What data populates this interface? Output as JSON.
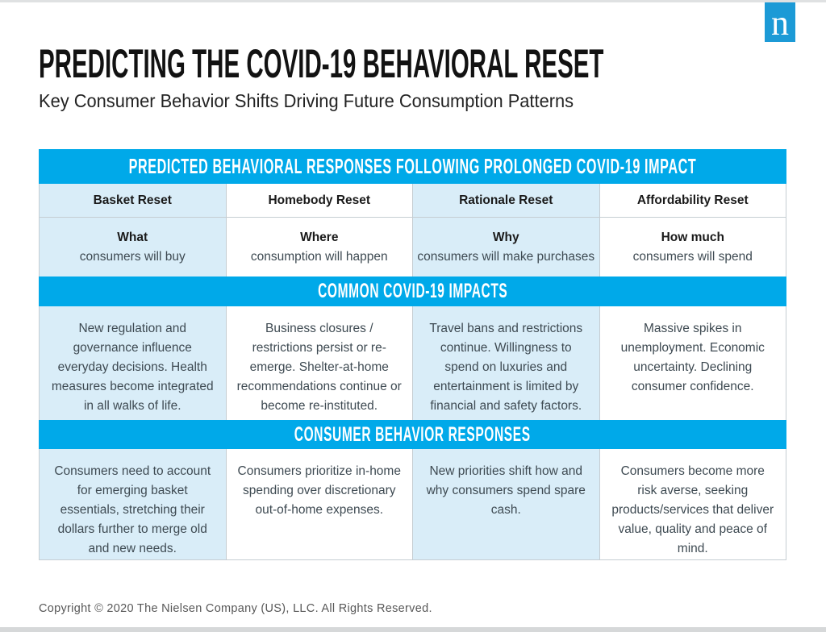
{
  "header": {
    "title": "PREDICTING THE COVID-19 BEHAVIORAL RESET",
    "subtitle": "Key Consumer Behavior Shifts Driving Future Consumption Patterns"
  },
  "logo": {
    "letter": "n",
    "brand": "nielsen-logo"
  },
  "colors": {
    "band_blue": "#00A9E9",
    "logo_blue": "#1C9AD6",
    "cell_light_blue": "#D9EDF8",
    "cell_white": "#FFFFFF",
    "border_gray": "#C5CDD2",
    "body_text": "#3E4A52",
    "heading_text": "#1A1A1A",
    "copyright_text": "#585858"
  },
  "table": {
    "top_band": "PREDICTED BEHAVIORAL RESPONSES FOLLOWING PROLONGED COVID-19 IMPACT",
    "impacts_band": "COMMON COVID-19 IMPACTS",
    "responses_band": "CONSUMER BEHAVIOR RESPONSES",
    "columns": [
      {
        "reset_name": "Basket Reset",
        "question_lead": "What",
        "question_rest": "consumers will buy",
        "impact": "New regulation and governance influence everyday decisions. Health measures become integrated in all walks of life.",
        "response": "Consumers need to account for emerging basket essentials, stretching their dollars further to merge old and new needs."
      },
      {
        "reset_name": "Homebody Reset",
        "question_lead": "Where",
        "question_rest": "consumption will happen",
        "impact": "Business closures / restrictions persist or re-emerge. Shelter-at-home recommendations continue or become re-instituted.",
        "response": "Consumers prioritize in-home spending over discretionary out-of-home expenses."
      },
      {
        "reset_name": "Rationale Reset",
        "question_lead": "Why",
        "question_rest": "consumers will make purchases",
        "impact": "Travel bans and restrictions continue. Willingness to spend on luxuries and entertainment is limited by financial and safety factors.",
        "response": "New priorities shift how and why consumers spend spare cash."
      },
      {
        "reset_name": "Affordability Reset",
        "question_lead": "How much",
        "question_rest": "consumers will spend",
        "impact": "Massive spikes in unemployment. Economic uncertainty. Declining consumer confidence.",
        "response": "Consumers become more risk averse, seeking products/services that deliver value, quality and peace of mind."
      }
    ]
  },
  "footer": {
    "copyright": "Copyright © 2020 The Nielsen Company (US), LLC. All Rights Reserved."
  }
}
